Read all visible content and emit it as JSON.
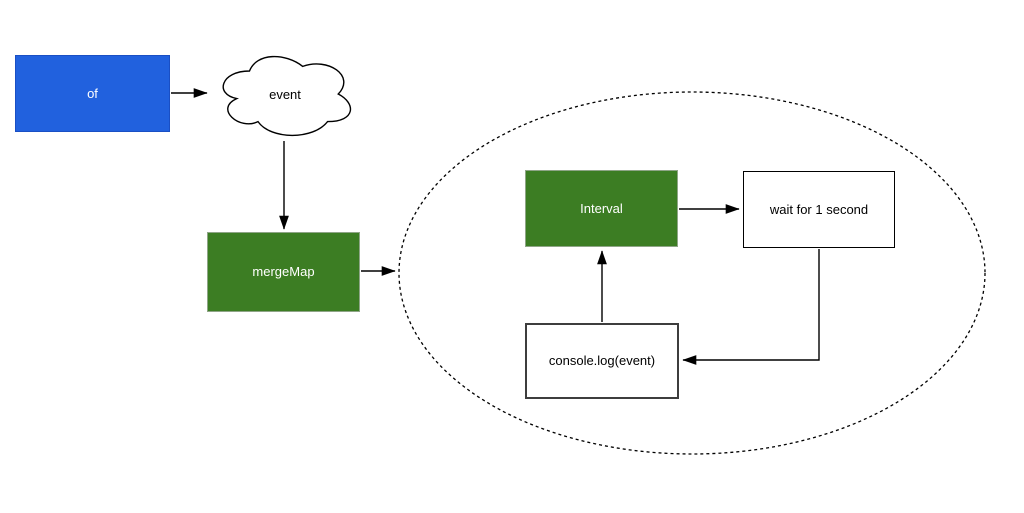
{
  "nodes": {
    "of": {
      "label": "of",
      "shape": "rectangle",
      "fill": "#2161DE",
      "text_color": "#FFFFFF"
    },
    "event": {
      "label": "event",
      "shape": "cloud",
      "fill": "#FFFFFF",
      "text_color": "#000000"
    },
    "merge_map": {
      "label": "mergeMap",
      "shape": "rectangle",
      "fill": "#3C7D23",
      "text_color": "#FFFFFF"
    },
    "interval": {
      "label": "Interval",
      "shape": "rectangle",
      "fill": "#3C7D23",
      "text_color": "#FFFFFF"
    },
    "wait": {
      "label": "wait for 1 second",
      "shape": "rectangle",
      "fill": "#FFFFFF",
      "text_color": "#000000"
    },
    "console_log": {
      "label": "console.log(event)",
      "shape": "rectangle",
      "fill": "#FFFFFF",
      "text_color": "#000000"
    }
  },
  "edges": [
    {
      "from": "of",
      "to": "event",
      "style": "solid-arrow"
    },
    {
      "from": "event",
      "to": "merge_map",
      "style": "solid-arrow"
    },
    {
      "from": "merge_map",
      "to": "inner-loop-boundary",
      "style": "solid-arrow"
    },
    {
      "from": "interval",
      "to": "wait",
      "style": "solid-arrow"
    },
    {
      "from": "wait",
      "to": "console_log",
      "style": "solid-arrow"
    },
    {
      "from": "console_log",
      "to": "interval",
      "style": "solid-arrow"
    }
  ],
  "boundary": {
    "shape": "dashed-ellipse",
    "stroke": "#000000",
    "contains": [
      "interval",
      "wait",
      "console_log"
    ]
  }
}
